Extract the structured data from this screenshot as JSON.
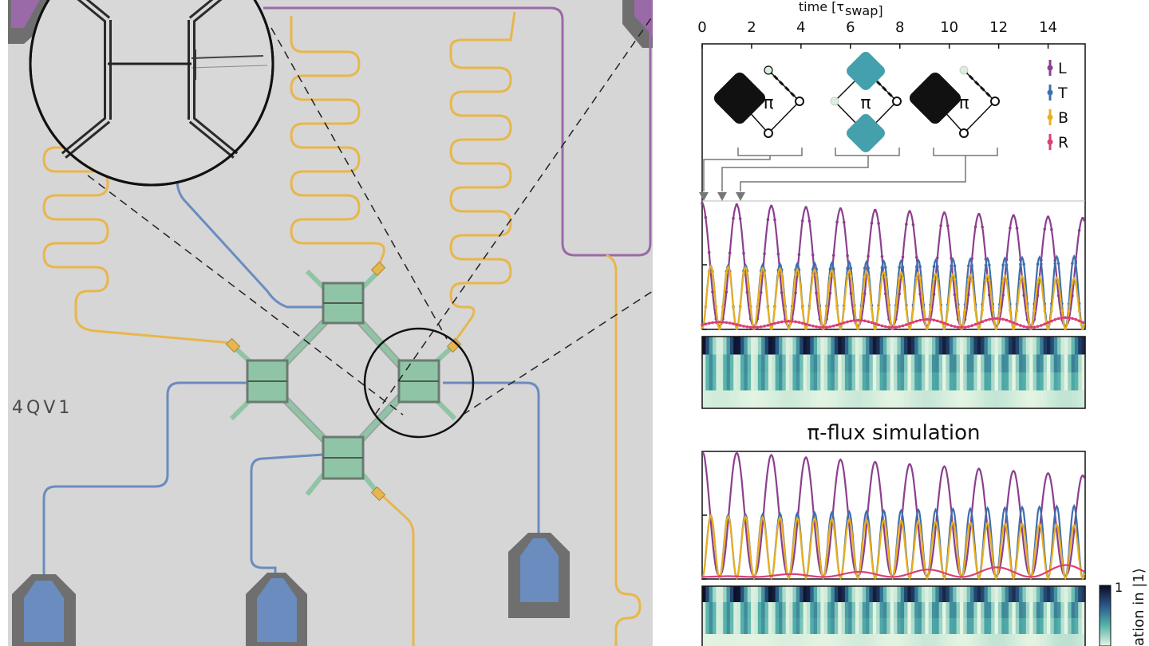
{
  "chip": {
    "label": "4QV1",
    "colors": {
      "background": "#d6d6d6",
      "qubit": "#8fc5a6",
      "readout": "#e8b64c",
      "flux": "#9a6aa8",
      "drive": "#6a8cbf",
      "pad": "#6f6f6f"
    }
  },
  "figure": {
    "time_axis_label": "time [τ",
    "time_axis_sub": "swap",
    "time_axis_close": "]",
    "colorbar_label": "ation in |1⟩",
    "colorbar_tick": "1",
    "sim_title": "π-flux simulation",
    "pi_symbol": "π"
  },
  "legend": [
    {
      "label": "L",
      "color": "#8b3f8e"
    },
    {
      "label": "T",
      "color": "#3d6fae"
    },
    {
      "label": "B",
      "color": "#e8b020"
    },
    {
      "label": "R",
      "color": "#d9407a"
    }
  ],
  "chart_data": [
    {
      "type": "line",
      "title": "",
      "xlabel": "time [τswap]",
      "xlim": [
        0,
        15.5
      ],
      "x_ticks": [
        0,
        2,
        4,
        6,
        8,
        10,
        12,
        14
      ],
      "ylim": [
        0,
        1
      ],
      "period": 1.4,
      "series": [
        {
          "name": "L",
          "peak": [
            0.98,
            0.86
          ]
        },
        {
          "name": "T",
          "peak": [
            0.5,
            0.58
          ]
        },
        {
          "name": "B",
          "peak": [
            0.5,
            0.4
          ]
        },
        {
          "name": "R",
          "peak": [
            0.04,
            0.08
          ]
        }
      ]
    },
    {
      "type": "line",
      "title": "π-flux simulation",
      "xlim": [
        0,
        15.5
      ],
      "ylim": [
        0,
        1
      ],
      "period": 1.4,
      "series": [
        {
          "name": "L",
          "peak": [
            1.0,
            0.8
          ]
        },
        {
          "name": "T",
          "peak": [
            0.5,
            0.58
          ]
        },
        {
          "name": "B",
          "peak": [
            0.5,
            0.42
          ]
        },
        {
          "name": "R",
          "peak": [
            0.0,
            0.1
          ]
        }
      ]
    }
  ]
}
